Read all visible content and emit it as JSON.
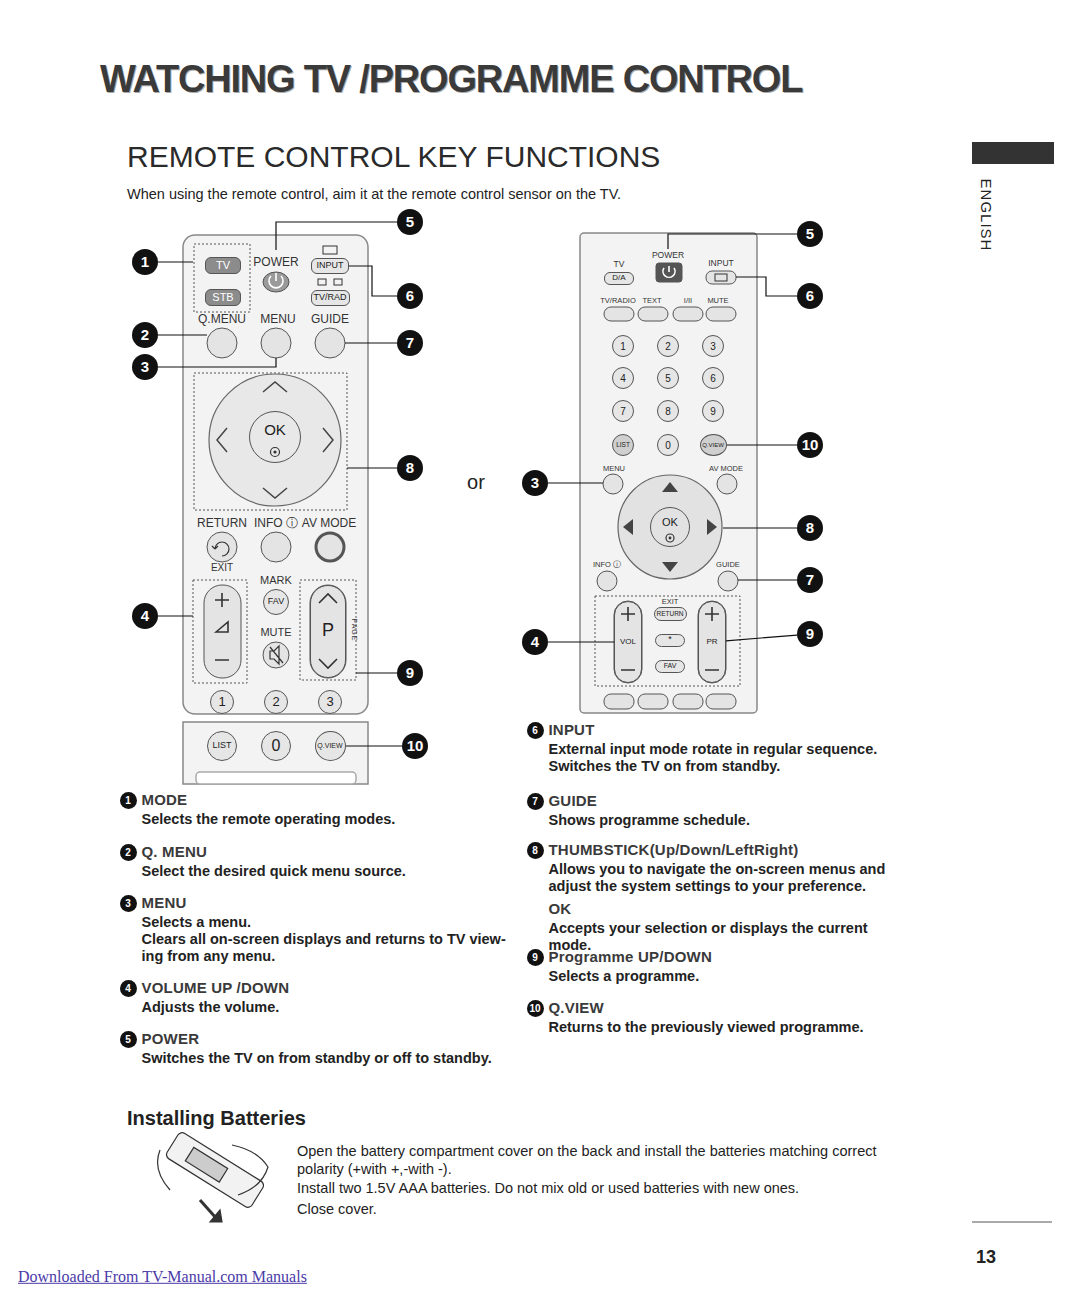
{
  "diagram": {
    "title": "WATCHING TV /PROGRAMME CONTROL",
    "nodes": [
      {
        "text": [
          "TV"
        ]
      },
      {
        "text": [
          "STB"
        ]
      },
      {
        "text": [
          "INPUT"
        ]
      },
      {
        "text": [
          "TV/RAD"
        ]
      },
      {
        "text": [
          "OK"
        ]
      },
      {
        "text": [
          "FAV"
        ]
      },
      {
        "text": [
          "P"
        ]
      },
      {
        "text": [
          "1"
        ]
      },
      {
        "text": [
          "2"
        ]
      },
      {
        "text": [
          "3"
        ]
      },
      {
        "text": [
          "LIST"
        ]
      },
      {
        "text": [
          "0"
        ]
      },
      {
        "text": [
          "Q.VIEW"
        ]
      },
      {
        "text": [
          "1"
        ]
      },
      {
        "text": [
          "2"
        ]
      },
      {
        "text": [
          "3"
        ]
      },
      {
        "text": [
          "4"
        ]
      },
      {
        "text": [
          "5"
        ]
      },
      {
        "text": [
          "6"
        ]
      },
      {
        "text": [
          "7"
        ]
      },
      {
        "text": [
          "8"
        ]
      },
      {
        "text": [
          "9"
        ]
      },
      {
        "text": [
          "10"
        ]
      },
      {
        "text": [
          "D/A"
        ]
      },
      {
        "text": [
          "1"
        ]
      },
      {
        "text": [
          "2"
        ]
      },
      {
        "text": [
          "3"
        ]
      },
      {
        "text": [
          "4"
        ]
      },
      {
        "text": [
          "5"
        ]
      },
      {
        "text": [
          "6"
        ]
      },
      {
        "text": [
          "7"
        ]
      },
      {
        "text": [
          "8"
        ]
      },
      {
        "text": [
          "9"
        ]
      },
      {
        "text": [
          "LIST"
        ]
      },
      {
        "text": [
          "0"
        ]
      },
      {
        "text": [
          "Q.VIEW"
        ]
      },
      {
        "text": [
          "OK"
        ]
      },
      {
        "text": [
          "VOL"
        ]
      },
      {
        "text": [
          "RETURN"
        ]
      },
      {
        "text": [
          "*"
        ]
      },
      {
        "text": [
          "FAV"
        ]
      },
      {
        "text": [
          "PR"
        ]
      },
      {
        "text": [
          "5"
        ]
      },
      {
        "text": [
          "6"
        ]
      },
      {
        "text": [
          "10"
        ]
      },
      {
        "text": [
          "3"
        ]
      },
      {
        "text": [
          "8"
        ]
      },
      {
        "text": [
          "7"
        ]
      },
      {
        "text": [
          "4"
        ]
      },
      {
        "text": [
          "9"
        ]
      },
      {
        "text": [
          "1",
          "MODE",
          "Selects the remote operating modes."
        ]
      },
      {
        "text": [
          "2",
          "Q. MENU",
          "Select the desired quick menu source."
        ]
      },
      {
        "text": [
          "3",
          "MENU",
          "Selects a menu.",
          "Clears all on-screen displays and returns to TV view- ing from any menu."
        ]
      },
      {
        "text": [
          "4",
          "VOLUME UP /DOWN",
          "Adjusts the volume."
        ]
      },
      {
        "text": [
          "5",
          "POWER",
          "Switches the TV on from standby or off to standby."
        ]
      },
      {
        "text": [
          "6",
          "INPUT",
          "External input mode rotate in regular sequence.",
          "Switches the TV on from standby."
        ]
      },
      {
        "text": [
          "7",
          "GUIDE",
          "Shows programme schedule."
        ]
      },
      {
        "text": [
          "8",
          "THUMBSTICK(Up/Down/LeftRight)",
          "Allows you to navigate the on-screen menus and adjust the system settings to your preference.",
          "OK",
          "Accepts your selection or displays the current mode."
        ]
      },
      {
        "text": [
          "9",
          "Programme UP/DOWN",
          "Selects a programme."
        ]
      },
      {
        "text": [
          "10",
          "Q.VIEW",
          "Returns to the previously viewed programme."
        ]
      }
    ],
    "edges": [
      {
        "from": 18,
        "to": 2,
        "arrow": "none"
      },
      {
        "from": 22,
        "to": 12,
        "arrow": "none"
      },
      {
        "from": 44,
        "to": 35,
        "arrow": "none"
      },
      {
        "from": 48,
        "to": 37,
        "arrow": "none"
      },
      {
        "from": 49,
        "to": 41,
        "arrow": "none"
      }
    ],
    "labels": [
      "REMOTE CONTROL KEY FUNCTIONS",
      "When using the remote control, aim it at the remote control sensor on the TV.",
      "ENGLISH",
      "POWER",
      "Q.MENU",
      "MENU",
      "GUIDE",
      "RETURN",
      "INFO ⓘ",
      "AV MODE",
      "EXIT",
      "MARK",
      "MUTE",
      "PAGE",
      "or",
      "TV",
      "POWER",
      "INPUT",
      "TV/RADIO",
      "TEXT",
      "I/II",
      "MUTE",
      "MENU",
      "AV MODE",
      "INFO ⓘ",
      "GUIDE",
      "EXIT",
      "Installing Batteries",
      "Open the battery compartment cover on the back and install the batteries matching correct polarity (+with +,-with -).",
      "Install two 1.5V AAA batteries. Do not mix old or used batteries with new ones.",
      "Close cover.",
      "13",
      "Downloaded From TV-Manual.com Manuals"
    ]
  }
}
